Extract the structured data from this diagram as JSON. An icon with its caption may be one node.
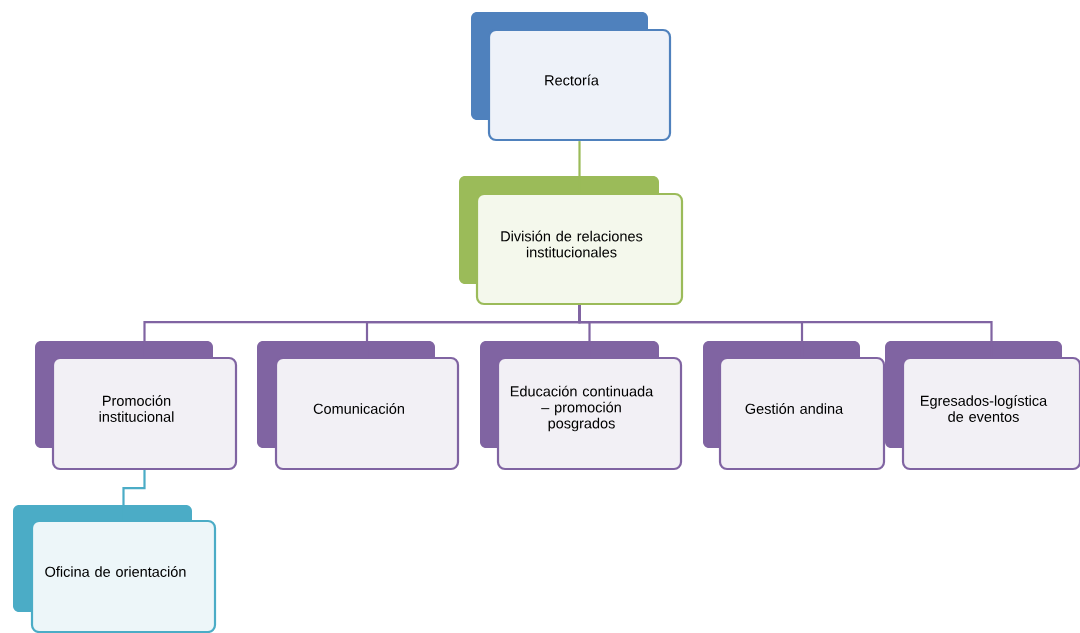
{
  "diagram": {
    "nodes": [
      {
        "text": [
          "Rectoría"
        ]
      },
      {
        "text": [
          "División de relaciones institucionales"
        ]
      },
      {
        "text": [
          "Promoción institucional"
        ]
      },
      {
        "text": [
          "Comunicación"
        ]
      },
      {
        "text": [
          "Educación continuada – promoción posgrados"
        ]
      },
      {
        "text": [
          "Gestión andina"
        ]
      },
      {
        "text": [
          "Egresados-logística de eventos"
        ]
      },
      {
        "text": [
          "Oficina de orientación"
        ]
      }
    ],
    "edges": [
      {
        "from": 0,
        "to": 1,
        "arrow": "none",
        "color": "#9bbb59"
      },
      {
        "from": 1,
        "to": 2,
        "arrow": "none"
      },
      {
        "from": 1,
        "to": 3,
        "arrow": "none"
      },
      {
        "from": 1,
        "to": 4,
        "arrow": "none"
      },
      {
        "from": 1,
        "to": 5,
        "arrow": "none"
      },
      {
        "from": 1,
        "to": 6,
        "arrow": "none"
      },
      {
        "from": 2,
        "to": 7,
        "arrow": "none",
        "color": "#4bacc6"
      }
    ]
  }
}
